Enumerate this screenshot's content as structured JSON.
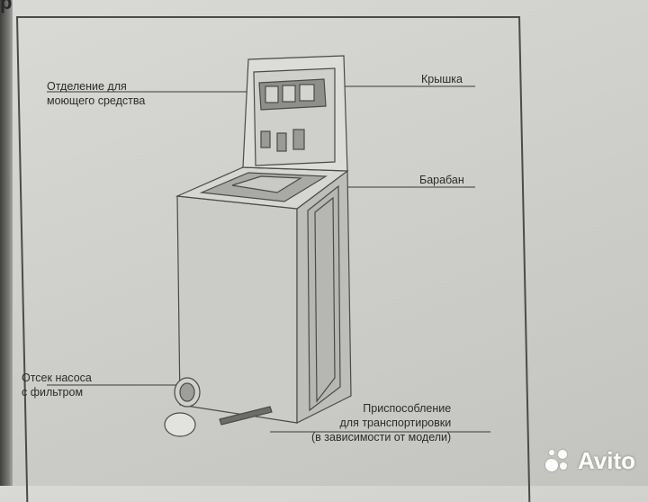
{
  "labels": {
    "detergent_compartment": [
      "Отделение для",
      "моющего средства"
    ],
    "lid": "Крышка",
    "drum": "Барабан",
    "pump_compartment": [
      "Отсек насоса",
      "с фильтром"
    ],
    "transport_device": [
      "Приспособление",
      "для транспортировки",
      "(в зависимости от модели)"
    ]
  },
  "watermark": {
    "text": "Avito"
  }
}
